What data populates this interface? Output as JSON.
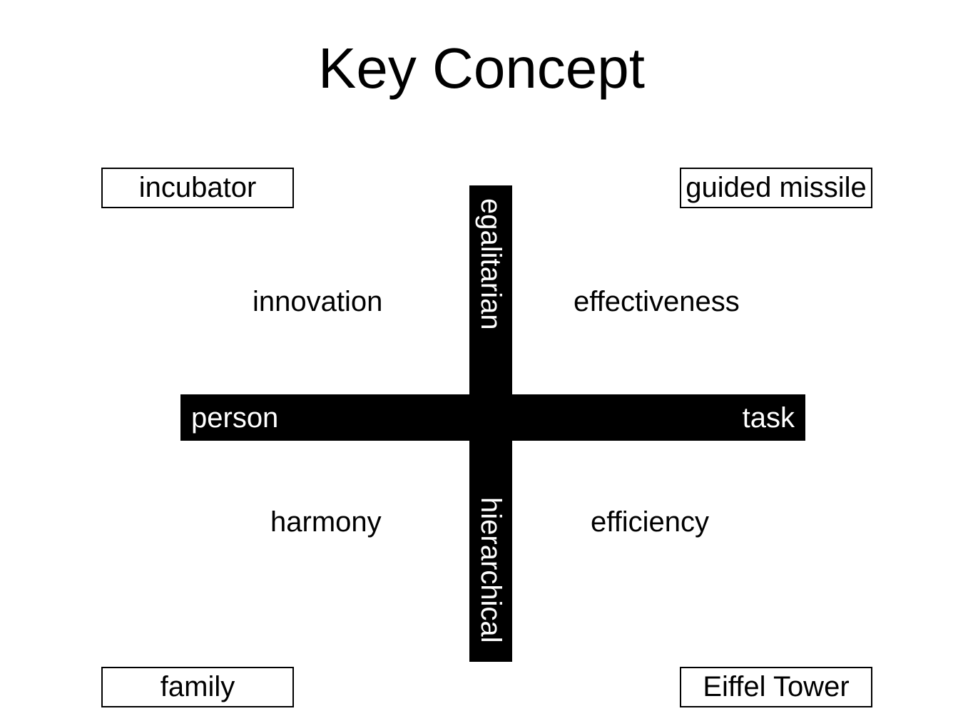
{
  "title": "Key Concept",
  "corners": {
    "top_left": "incubator",
    "top_right": "guided missile",
    "bottom_left": "family",
    "bottom_right": "Eiffel Tower"
  },
  "quadrants": {
    "top_left": "innovation",
    "top_right": "effectiveness",
    "bottom_left": "harmony",
    "bottom_right": "efficiency"
  },
  "axes": {
    "horizontal": {
      "left": "person",
      "right": "task"
    },
    "vertical": {
      "top": "egalitarian",
      "bottom": "hierarchical"
    }
  },
  "colors": {
    "axis_bar": "#000000",
    "axis_text": "#ffffff",
    "text": "#000000",
    "background": "#ffffff"
  }
}
